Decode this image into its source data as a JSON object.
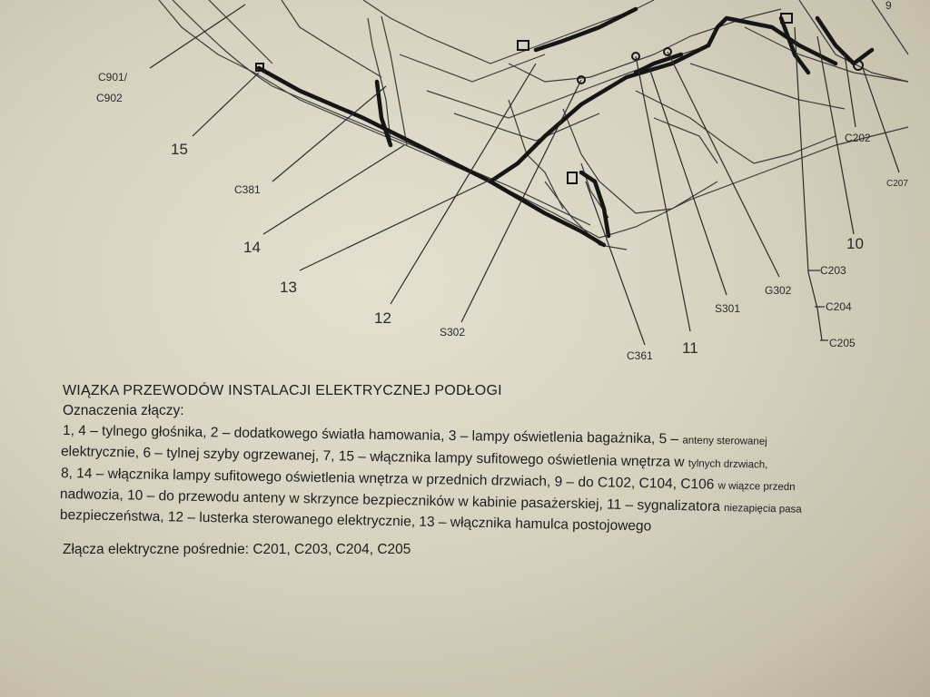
{
  "diagram": {
    "labels": {
      "c901": "C901/",
      "c902": "C902",
      "n15": "15",
      "c381": "C381",
      "n14": "14",
      "n13": "13",
      "n12": "12",
      "s302": "S302",
      "c361": "C361",
      "n11": "11",
      "s301": "S301",
      "g302": "G302",
      "c203": "C203",
      "c204": "C204",
      "c205": "C205",
      "n10": "10",
      "c207": "C207",
      "c202": "C202",
      "n9": "9"
    }
  },
  "caption": {
    "title": "WIĄZKA PRZEWODÓW INSTALACJI ELEKTRYCZNEJ PODŁOGI",
    "subtitle": "Oznaczenia złączy:",
    "line1_main": "1, 4 – tylnego głośnika, 2 – dodatkowego światła hamowania, 3 – lampy oświetlenia bagażnika, 5 – ",
    "line1_small": "anteny sterowanej",
    "line2_main": "elektrycznie, 6 – tylnej szyby ogrzewanej, 7, 15 – włącznika lampy sufitowego oświetlenia wnętrza w ",
    "line2_small": "tylnych drzwiach,",
    "line3_main": "8, 14 – włącznika lampy sufitowego oświetlenia wnętrza w przednich drzwiach, 9 – do C102, C104, C106 ",
    "line3_small": "w wiązce przedn",
    "line4_main": "nadwozia, 10 – do przewodu anteny w skrzynce bezpieczników w kabinie pasażerskiej, 11 – sygnalizatora ",
    "line4_small": "niezapięcia pasa",
    "line5": "bezpieczeństwa, 12 – lusterka sterowanego elektrycznie, 13 – włącznika hamulca postojowego",
    "line6": "Złącza elektryczne pośrednie: C201, C203, C204, C205"
  }
}
